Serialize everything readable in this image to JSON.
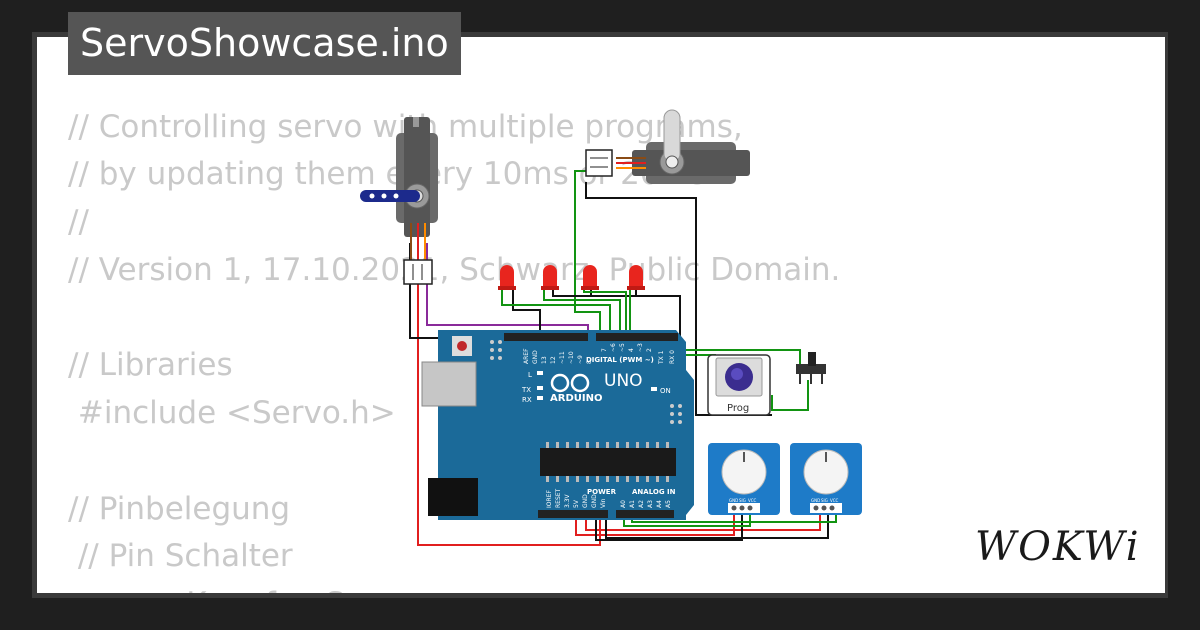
{
  "title": "ServoShowcase.ino",
  "code_lines": [
    "// Controlling servo with multiple programs,",
    "// by updating them every 10ms or 20ms",
    "//",
    "// Version 1, 17.10.2021, Schwarz, Public Domain.",
    "",
    "// Libraries",
    " #include <Servo.h>",
    "",
    "// Pinbelegung",
    " // Pin Schalter",
    "      ...   Knopf     Servo"
  ],
  "board": {
    "name": "UNO",
    "brand": "ARDUINO",
    "digital_label": "DIGITAL (PWM ~)",
    "analog_label": "ANALOG IN",
    "power_label": "POWER",
    "on_label": "ON",
    "l_label": "L",
    "tx_label": "TX",
    "rx_label": "RX",
    "digital_pins": [
      "AREF",
      "GND",
      "13",
      "12",
      "~11",
      "~10",
      "~9",
      "8",
      "7",
      "~6",
      "~5",
      "4",
      "~3",
      "2",
      "TX 1",
      "RX 0"
    ],
    "power_pins": [
      "IOREF",
      "RESET",
      "3.3V",
      "5V",
      "GND",
      "GND",
      "Vin"
    ],
    "analog_pins": [
      "A0",
      "A1",
      "A2",
      "A3",
      "A4",
      "A5"
    ]
  },
  "button_label": "Prog",
  "pot_pin_labels": [
    "GND",
    "SIG",
    "VCC"
  ],
  "logo": "WOKWi",
  "colors": {
    "board": "#1b6a99",
    "led": "#e8251e",
    "wire_green": "#129412",
    "wire_red": "#e11f1f",
    "wire_black": "#111111",
    "wire_purple": "#8a2a9a",
    "pot": "#1e7bc8"
  }
}
